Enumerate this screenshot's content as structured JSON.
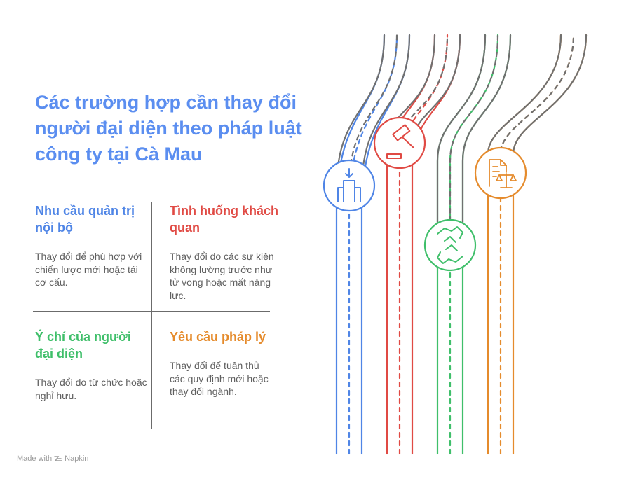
{
  "title": "Các trường hợp cần thay đổi người đại diện theo pháp luật công ty tại Cà Mau",
  "quadrants": [
    {
      "heading": "Nhu cầu quản trị nội bộ",
      "text": "Thay đổi để phù hợp với chiến lược mới hoặc tái cơ cấu.",
      "color": "#4f85e6",
      "icon": "building-arrow-icon"
    },
    {
      "heading": "Tình huống khách quan",
      "text": "Thay đổi do các sự kiện không lường trước như tử vong hoặc mất năng lực.",
      "color": "#e04a44",
      "icon": "gavel-icon"
    },
    {
      "heading": "Ý chí của người đại diện",
      "text": "Thay đổi do từ chức hoặc nghỉ hưu.",
      "color": "#3fbf6a",
      "icon": "handshake-icon"
    },
    {
      "heading": "Yêu cầu pháp lý",
      "text": "Thay đổi để tuân thủ các quy định mới hoặc thay đổi ngành.",
      "color": "#e58b2c",
      "icon": "legal-document-scale-icon"
    }
  ],
  "footer": {
    "made_with": "Made with",
    "brand": "Napkin"
  }
}
